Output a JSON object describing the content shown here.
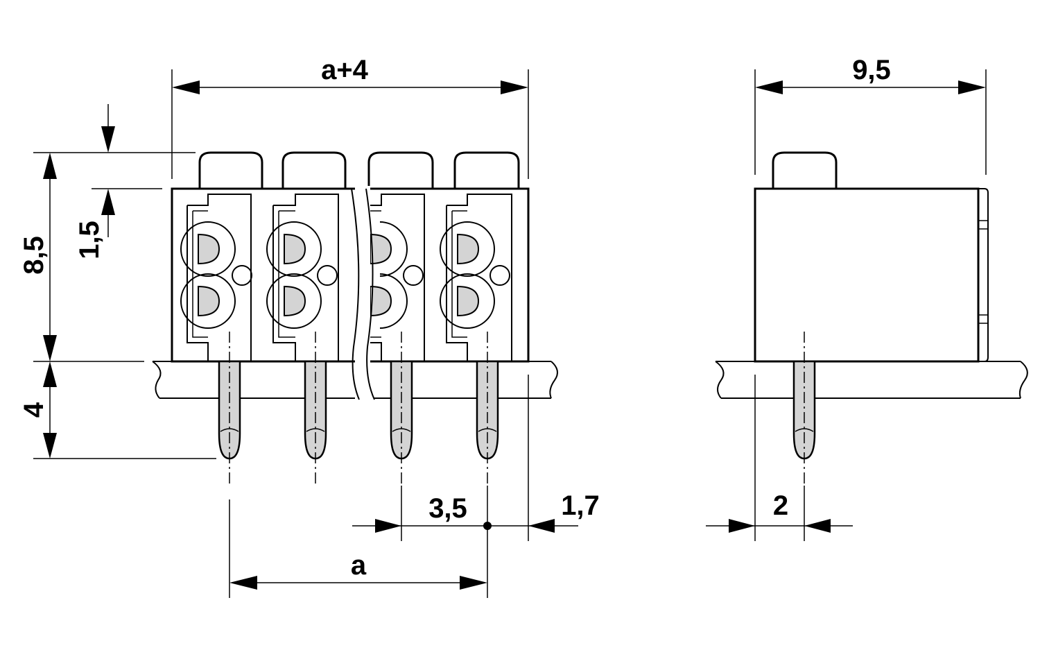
{
  "dimensions": {
    "overall_width": "a+4",
    "side_depth": "9,5",
    "height": "8,5",
    "top_offset": "1,5",
    "pin_length": "4",
    "pitch": "3,5",
    "edge_offset": "1,7",
    "pin_spacing_total": "a",
    "side_pin_offset": "2"
  },
  "colors": {
    "line": "#000000",
    "pin_fill": "#d4d4d4",
    "background": "#ffffff"
  }
}
